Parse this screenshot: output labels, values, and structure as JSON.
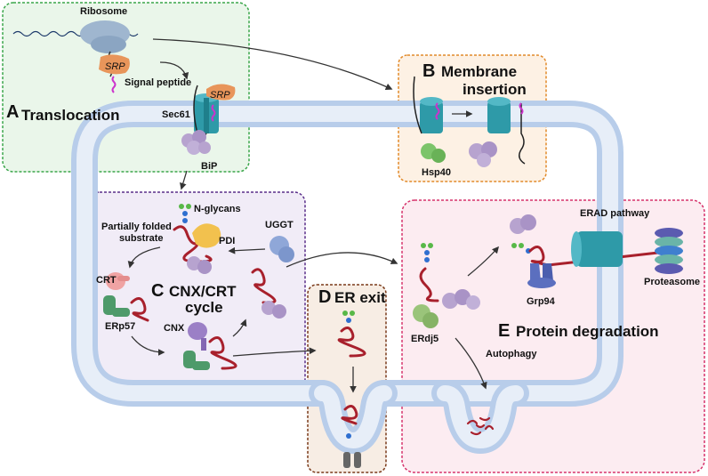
{
  "panels": {
    "a": {
      "letter": "A",
      "title": "Translocation",
      "color": "#3aa64a",
      "fill": "#eaf6ea"
    },
    "b": {
      "letter": "B",
      "title_line1": "Membrane",
      "title_line2": "insertion",
      "color": "#e28a2a",
      "fill": "#fdf1e4"
    },
    "c": {
      "letter": "C",
      "title_line1": "CNX/CRT",
      "title_line2": "cycle",
      "color": "#5a2f8a",
      "fill": "#f1ecf7"
    },
    "d": {
      "letter": "D",
      "title": "ER exit",
      "color": "#7a3a1a",
      "fill": "#f7ede4"
    },
    "e": {
      "letter": "E",
      "title": "Protein degradation",
      "color": "#d6336c",
      "fill": "#fcecf1"
    }
  },
  "labels": {
    "ribosome": "Ribosome",
    "srp_a": "SRP",
    "srp_sec": "SRP",
    "signal_peptide": "Signal peptide",
    "sec61": "Sec61",
    "bip": "BiP",
    "hsp40": "Hsp40",
    "n_glycans": "N-glycans",
    "partially_folded_line1": "Partially folded",
    "partially_folded_line2": "substrate",
    "pdi": "PDI",
    "uggt": "UGGT",
    "crt": "CRT",
    "erp57": "ERp57",
    "cnx": "CNX",
    "erad_pathway": "ERAD pathway",
    "grp94": "Grp94",
    "proteasome": "Proteasome",
    "erdj5": "ERdj5",
    "autophagy": "Autophagy"
  },
  "colors": {
    "ribosome": "#9fb6cf",
    "srp": "#e8955a",
    "signal_peptide": "#cc33cc",
    "channel": "#2e9aa8",
    "chaperone": "#b7a3cf",
    "hsp40": "#7cc46a",
    "pdi": "#f2c14e",
    "uggt": "#8fa7d8",
    "crt": "#f0a3a3",
    "erp57": "#4e9a6a",
    "cnx": "#9b7fc6",
    "grp94": "#5b6fbf",
    "erdj5": "#9ac47a",
    "protein_chain": "#a8202c",
    "glycan_green": "#58b848",
    "glycan_blue": "#2f6fd0",
    "membrane": "#b8cdea"
  },
  "icons": [
    "ribosome-icon",
    "srp-icon",
    "sec61-channel-icon",
    "bip-icon",
    "hsp40-icon",
    "pdi-icon",
    "uggt-icon",
    "crt-icon",
    "erp57-icon",
    "cnx-icon",
    "n-glycan-icon",
    "erad-channel-icon",
    "proteasome-icon",
    "grp94-icon",
    "erdj5-icon",
    "vesicle-icon",
    "autophagosome-icon"
  ]
}
